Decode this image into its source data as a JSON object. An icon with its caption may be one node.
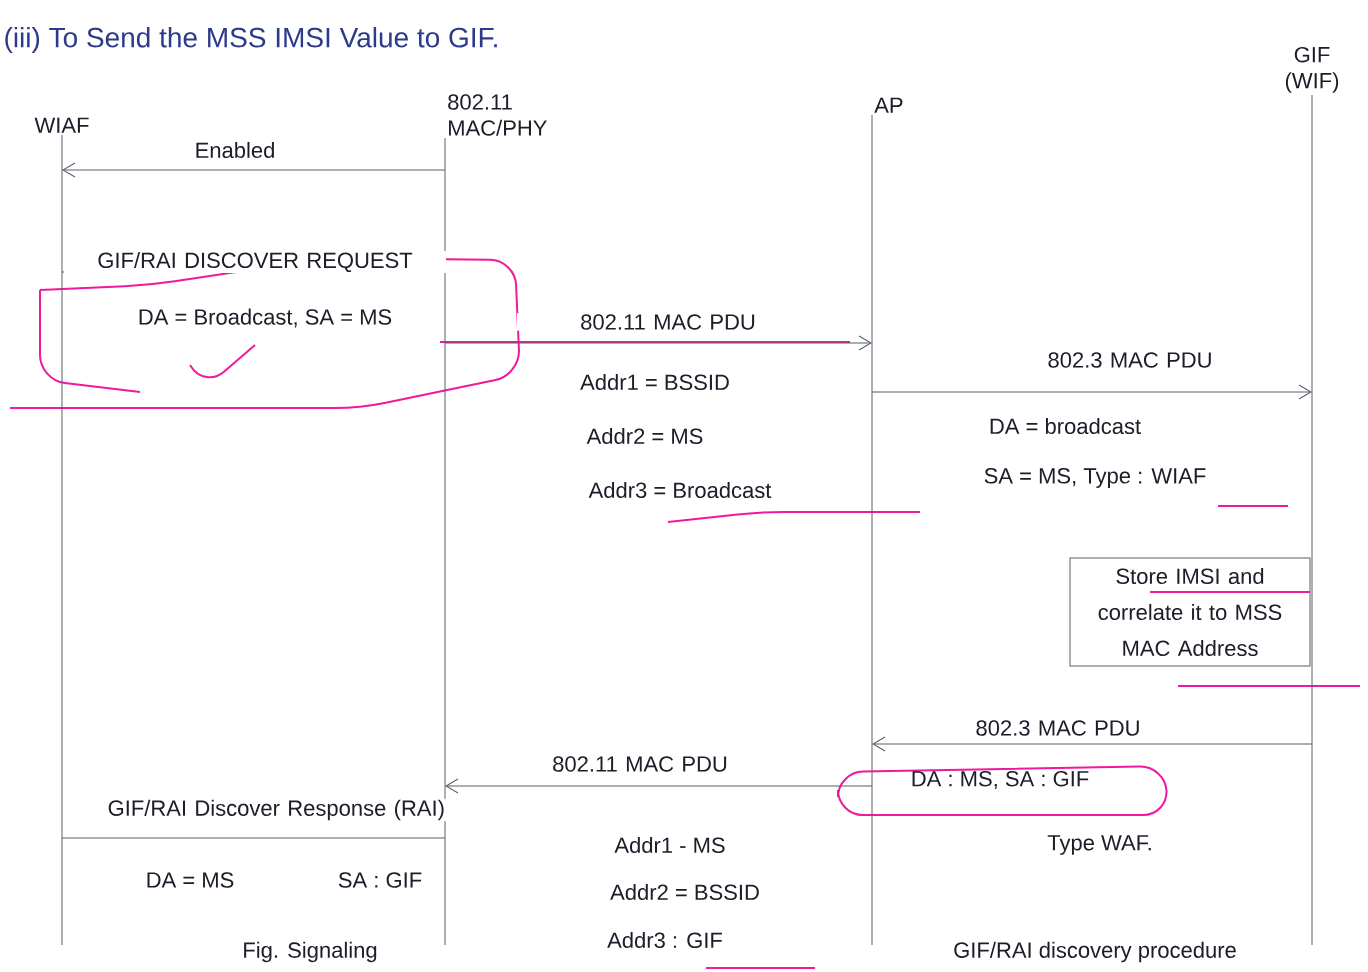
{
  "diagram": {
    "title": "(iii) To Send the MSS IMSI Value to GIF.",
    "nodes": [
      {
        "text": [
          "WIAF"
        ]
      },
      {
        "text": [
          "802.11 MAC/PHY"
        ]
      },
      {
        "text": [
          "AP"
        ]
      },
      {
        "text": [
          "GIF (WIF)"
        ]
      },
      {
        "text": [
          "Store IMSI and correlate it to MSS MAC Address"
        ]
      }
    ],
    "edges": [
      {
        "from": 1,
        "to": 0,
        "arrow": "to",
        "label": "Enabled"
      },
      {
        "from": 0,
        "to": 1,
        "arrow": "none",
        "label": "GIF/RAI DISCOVER REQUEST"
      },
      {
        "from": 1,
        "to": 2,
        "arrow": "to",
        "label": "802.11 MAC PDU"
      },
      {
        "from": 2,
        "to": 3,
        "arrow": "to",
        "label": "802.3 MAC PDU"
      },
      {
        "from": 3,
        "to": 2,
        "arrow": "to",
        "label": "802.3 MAC PDU"
      },
      {
        "from": 2,
        "to": 1,
        "arrow": "to",
        "label": "802.11 MAC PDU"
      },
      {
        "from": 0,
        "to": 1,
        "arrow": "none",
        "label": "GIF/RAI Discover Response (RAI)"
      }
    ],
    "labels": [
      "DA = Broadcast, SA = MS",
      "Addr1 = BSSID",
      "Addr2 = MS",
      "Addr3 = Broadcast",
      "DA = broadcast",
      "SA = MS, Type : WIAF",
      "DA : MS, SA : GIF",
      "Type WAF.",
      "DA = MS",
      "SA : GIF",
      "Addr1 - MS",
      "Addr2 = BSSID",
      "Addr3 : GIF",
      "Fig. Signaling",
      "GIF/RAI discovery procedure"
    ]
  }
}
